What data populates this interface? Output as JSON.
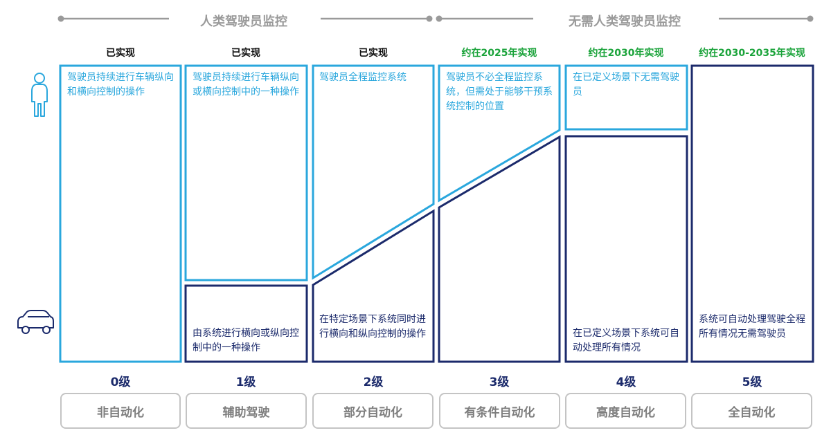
{
  "groups": {
    "human": "人类驾驶员监控",
    "no_human": "无需人类驾驶员监控"
  },
  "colors": {
    "light_blue": "#2aa7dd",
    "dark_navy": "#1b2a6b",
    "green": "#1aa33a",
    "grey": "#9a9a9a"
  },
  "icons": {
    "driver": "person-outline-icon",
    "vehicle": "car-outline-icon"
  },
  "levels": [
    {
      "status": "已实现",
      "driver_text": "驾驶员持续进行车辆纵向和横向控制的操作",
      "system_text": "",
      "level": "0级",
      "mode": "非自动化"
    },
    {
      "status": "已实现",
      "driver_text": "驾驶员持续进行车辆纵向或横向控制中的一种操作",
      "system_text": "由系统进行横向或纵向控制中的一种操作",
      "level": "1级",
      "mode": "辅助驾驶"
    },
    {
      "status": "已实现",
      "driver_text": "驾驶员全程监控系统",
      "system_text": "在特定场景下系统同时进行横向和纵向控制的操作",
      "level": "2级",
      "mode": "部分自动化"
    },
    {
      "status": "约在2025年实现",
      "driver_text": "驾驶员不必全程监控系统，但需处于能够干预系统控制的位置",
      "system_text": "",
      "level": "3级",
      "mode": "有条件自动化"
    },
    {
      "status": "约在2030年实现",
      "driver_text": "在已定义场景下无需驾驶员",
      "system_text": "在已定义场景下系统可自动处理所有情况",
      "level": "4级",
      "mode": "高度自动化"
    },
    {
      "status": "约在2030-2035年实现",
      "driver_text": "",
      "system_text": "系统可自动处理驾驶全程所有情况无需驾驶员",
      "level": "5级",
      "mode": "全自动化"
    }
  ]
}
